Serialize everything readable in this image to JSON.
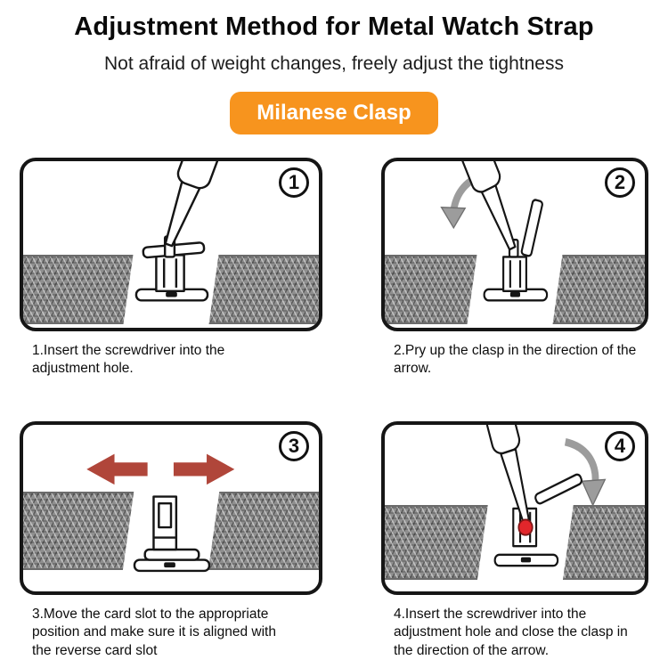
{
  "header": {
    "title": "Adjustment Method for Metal Watch Strap",
    "subtitle": "Not afraid of weight changes, freely adjust the tightness",
    "badge_label": "Milanese Clasp"
  },
  "colors": {
    "badge_bg": "#F7941E",
    "badge_text": "#FFFFFF",
    "arrow_red": "#B0463A",
    "hole_dot_red": "#E2262B",
    "panel_border": "#161616",
    "band_gray": "#8F8F8F",
    "curved_arrow_gray": "#9C9C9C"
  },
  "icons": {
    "screwdriver": "screwdriver-icon",
    "curved_arrow": "curved-arrow-icon",
    "left_arrow": "left-arrow-icon",
    "right_arrow": "right-arrow-icon",
    "hole_marker": "adjustment-hole-marker"
  },
  "steps": [
    {
      "number": "1",
      "caption": "1.Insert the screwdriver into the adjustment hole."
    },
    {
      "number": "2",
      "caption": "2.Pry up the clasp in the direction of the arrow."
    },
    {
      "number": "3",
      "caption": "3.Move the card slot to the appropriate position and make sure it is aligned with the reverse card slot"
    },
    {
      "number": "4",
      "caption": "4.Insert the screwdriver into the adjustment hole and close the clasp in the direction of the arrow."
    }
  ]
}
